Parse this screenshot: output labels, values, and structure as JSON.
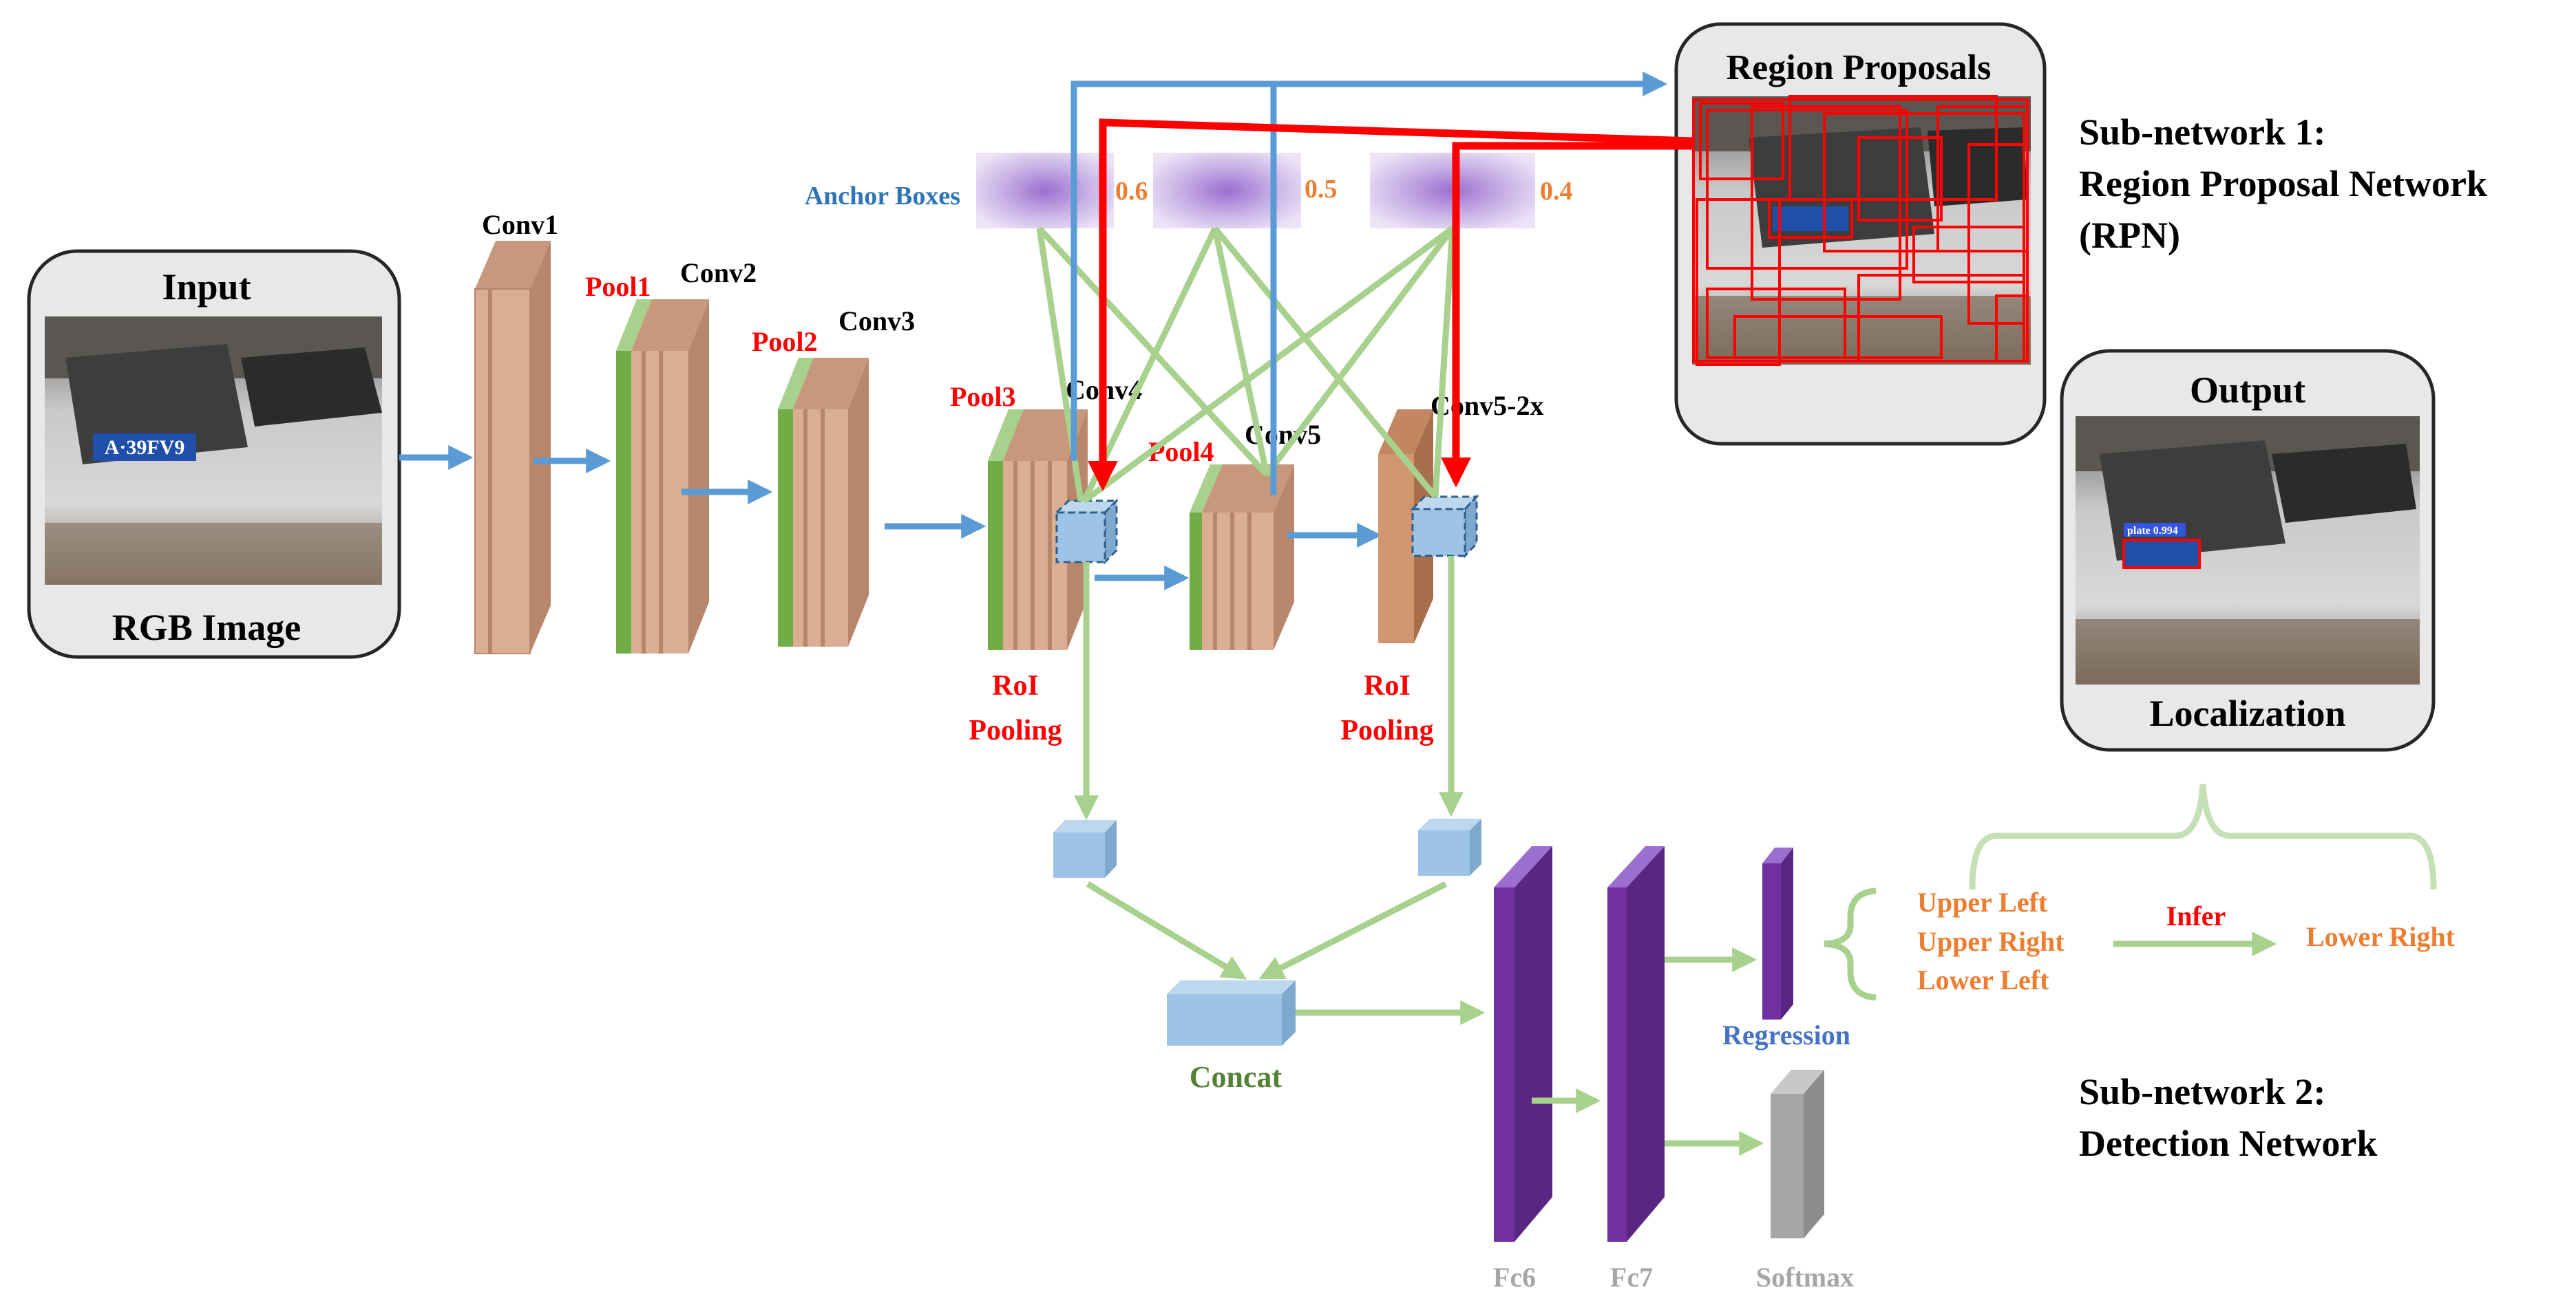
{
  "colors": {
    "blue_arrow": "#5b9bd5",
    "green_line": "#a9d18e",
    "red_arrow": "#ff0000",
    "tan_layer": "#d9ae94",
    "tan_side": "#b8866a",
    "green_layer": "#70ad47",
    "purple": "#7030a0",
    "gray": "#a6a6a6",
    "cube_face": "#9dc3e6",
    "orange_text": "#ed7d31",
    "red_text": "#ff0000",
    "blue_text": "#2e75b6",
    "green_text": "#548235",
    "panel_fill": "#e8e8e8"
  },
  "input_panel": {
    "title": "Input",
    "caption": "RGB Image"
  },
  "output_panel": {
    "title": "Output",
    "caption": "Localization"
  },
  "region_panel": {
    "title": "Region Proposals"
  },
  "layers": {
    "conv1": "Conv1",
    "pool1": "Pool1",
    "conv2": "Conv2",
    "pool2": "Pool2",
    "conv3": "Conv3",
    "pool3": "Pool3",
    "conv4": "Conv4",
    "pool4": "Pool4",
    "conv5": "Conv5",
    "conv5_2x": "Conv5-2x"
  },
  "anchors": {
    "label": "Anchor Boxes",
    "ratios": [
      "0.6",
      "0.5",
      "0.4"
    ]
  },
  "roi_pooling": {
    "line1": "RoI",
    "line2": "Pooling"
  },
  "concat": "Concat",
  "heads": {
    "fc6": "Fc6",
    "fc7": "Fc7",
    "softmax": "Softmax",
    "regression": "Regression"
  },
  "corners": {
    "upper_left": "Upper Left",
    "upper_right": "Upper Right",
    "lower_left": "Lower Left",
    "infer": "Infer",
    "lower_right": "Lower Right"
  },
  "subnet1": {
    "line1": "Sub-network 1:",
    "line2": "Region Proposal Network",
    "line3": "(RPN)"
  },
  "subnet2": {
    "line1": "Sub-network 2:",
    "line2": "Detection Network"
  },
  "car_images": {
    "plate_text": "A·39FV9",
    "detection_label": "plate 0.994"
  }
}
